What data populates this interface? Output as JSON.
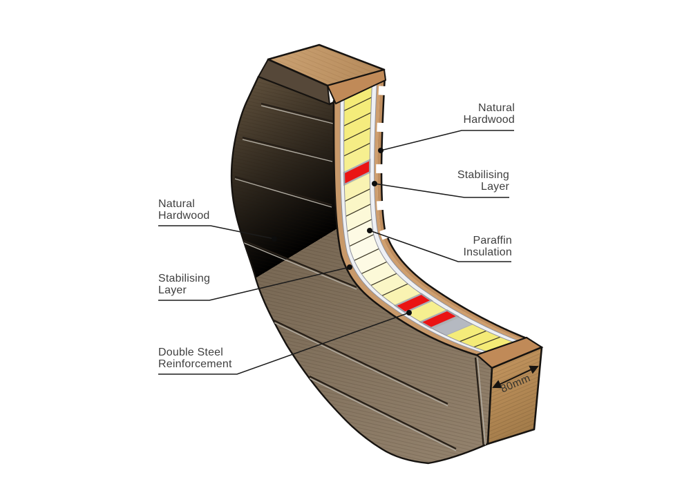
{
  "diagram": {
    "kind": "cutaway cross-section of curved laminated timber wall"
  },
  "annotations": {
    "right": [
      {
        "id": "natural-hardwood-right",
        "lines": [
          "Natural",
          "Hardwood"
        ]
      },
      {
        "id": "stabilising-layer-right",
        "lines": [
          "Stabilising",
          "Layer"
        ]
      },
      {
        "id": "paraffin-insulation",
        "lines": [
          "Paraffin",
          "Insulation"
        ]
      }
    ],
    "left": [
      {
        "id": "natural-hardwood-left",
        "lines": [
          "Natural",
          "Hardwood"
        ]
      },
      {
        "id": "stabilising-layer-left",
        "lines": [
          "Stabilising",
          "Layer"
        ]
      },
      {
        "id": "double-steel-reinforcement",
        "lines": [
          "Double Steel",
          "Reinforcement"
        ]
      }
    ]
  },
  "dimension": {
    "label": "80mm"
  },
  "materials": [
    {
      "name": "Natural Hardwood",
      "color": "#c8996a"
    },
    {
      "name": "Stabilising Layer",
      "color": "#eef0f4"
    },
    {
      "name": "Paraffin Insulation",
      "color": "#f5ec75"
    },
    {
      "name": "Double Steel Reinforcement",
      "color": "#ea1414"
    }
  ],
  "colors": {
    "wood_dark": "#675744",
    "wood_mid": "#7d6d59",
    "wood_light": "#93826d",
    "top_face": "#c79d6f",
    "top_face_edge": "#b08455",
    "bevel": "#564839",
    "end_grain": "#c08a58",
    "end_face_light": "#c3955f",
    "end_face_dark": "#9e7847",
    "hardwood_strip": "#c8996a",
    "inner_cut": "#cf9f6e",
    "inner_face": "#bf8e5f",
    "stabilising": "#eef0f4",
    "stabilising_edge": "#8f919c",
    "paraffin_strong": "#f4eb75",
    "paraffin_pale": "#fdfbe9",
    "steel_red": "#ea1414",
    "steel_grey": "#b5b9c1",
    "steel_edge": "#a9aeb6",
    "divider": "#3a3524",
    "outline": "#161310",
    "leader": "#1c1c1c",
    "text": "#3e3e3e"
  }
}
